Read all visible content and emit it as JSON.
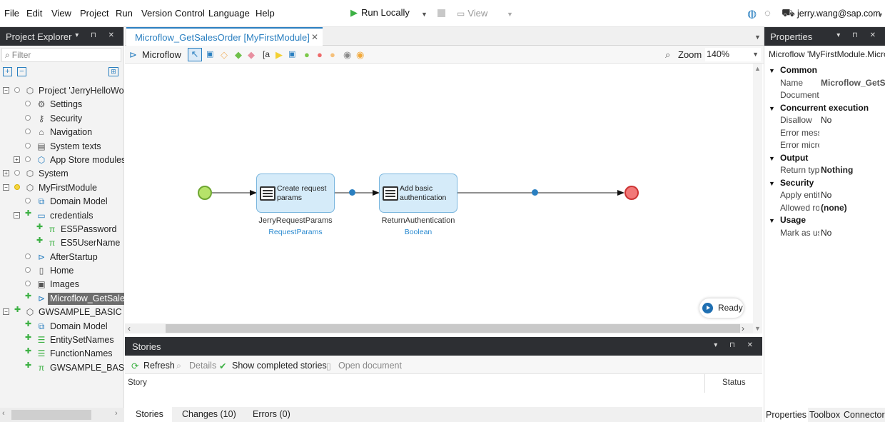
{
  "menu": {
    "file": "File",
    "edit": "Edit",
    "view": "View",
    "project": "Project",
    "run": "Run",
    "version_control": "Version Control",
    "language": "Language",
    "help": "Help",
    "run_locally": "Run Locally",
    "view_app": "View",
    "user": "jerry.wang@sap.com"
  },
  "project_explorer": {
    "title": "Project Explorer",
    "filter_placeholder": "Filter",
    "items": [
      {
        "label": "Project 'JerryHelloWorld'",
        "icon": "cube-icon"
      },
      {
        "label": "Settings",
        "icon": "gear-icon"
      },
      {
        "label": "Security",
        "icon": "key-icon"
      },
      {
        "label": "Navigation",
        "icon": "home-icon"
      },
      {
        "label": "System texts",
        "icon": "text-icon"
      },
      {
        "label": "App Store modules",
        "icon": "cube-icon"
      },
      {
        "label": "System",
        "icon": "cube-icon"
      },
      {
        "label": "MyFirstModule",
        "icon": "cube-icon"
      },
      {
        "label": "Domain Model",
        "icon": "domain-model-icon"
      },
      {
        "label": "credentials",
        "icon": "folder-icon"
      },
      {
        "label": "ES5Password",
        "icon": "constant-icon"
      },
      {
        "label": "ES5UserName",
        "icon": "constant-icon"
      },
      {
        "label": "AfterStartup",
        "icon": "microflow-icon"
      },
      {
        "label": "Home",
        "icon": "page-icon"
      },
      {
        "label": "Images",
        "icon": "images-icon"
      },
      {
        "label": "Microflow_GetSalesOrder",
        "icon": "microflow-icon"
      },
      {
        "label": "GWSAMPLE_BASIC",
        "icon": "cube-icon"
      },
      {
        "label": "Domain Model",
        "icon": "domain-model-icon"
      },
      {
        "label": "EntitySetNames",
        "icon": "enumeration-icon"
      },
      {
        "label": "FunctionNames",
        "icon": "enumeration-icon"
      },
      {
        "label": "GWSAMPLE_BASIC",
        "icon": "constant-icon"
      }
    ]
  },
  "editor": {
    "tab_title": "Microflow_GetSalesOrder [MyFirstModule]",
    "tab_modified": "●",
    "toolbar_label": "Microflow",
    "zoom_label": "Zoom",
    "zoom_value": "140%",
    "activities": [
      {
        "text": "Create request params",
        "name": "JerryRequestParams",
        "type": "RequestParams"
      },
      {
        "text": "Add basic authentication",
        "name": "ReturnAuthentication",
        "type": "Boolean"
      }
    ],
    "status": "Ready"
  },
  "stories": {
    "title": "Stories",
    "refresh": "Refresh",
    "details": "Details",
    "show_completed": "Show completed stories",
    "open_document": "Open document",
    "col_story": "Story",
    "col_status": "Status",
    "tabs": [
      "Stories",
      "Changes (10)",
      "Errors (0)"
    ]
  },
  "properties": {
    "title": "Properties",
    "subtitle": "Microflow 'MyFirstModule.Microflow_GetSalesOrder'",
    "groups": {
      "common": "Common",
      "concurrent": "Concurrent execution",
      "output": "Output",
      "security": "Security",
      "usage": "Usage"
    },
    "rows": {
      "name_key": "Name",
      "name_val": "Microflow_GetSalesOrder",
      "document_key": "Documentation",
      "disallow_key": "Disallow",
      "disallow_val": "No",
      "error_msg_key": "Error message",
      "error_mf_key": "Error microflow",
      "return_key": "Return type",
      "return_val": "Nothing",
      "apply_key": "Apply entity access",
      "apply_val": "No",
      "allowed_key": "Allowed roles",
      "allowed_val": "(none)",
      "mark_key": "Mark as used",
      "mark_val": "No"
    },
    "tabs": [
      "Properties",
      "Toolbox",
      "Connector"
    ]
  }
}
